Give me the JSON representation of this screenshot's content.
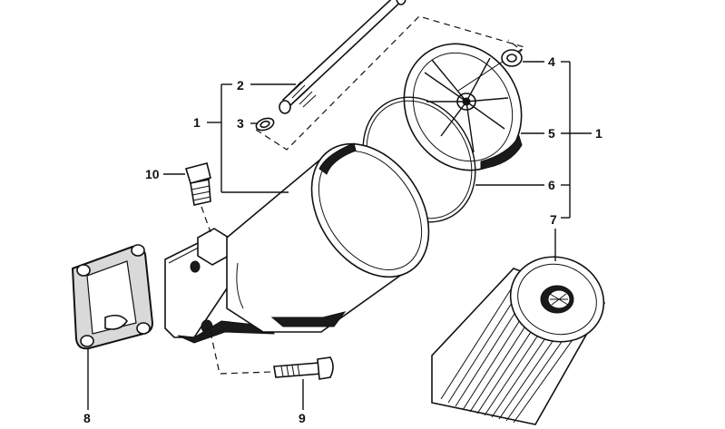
{
  "callouts": {
    "c1_left": "1",
    "c2": "2",
    "c3": "3",
    "c4": "4",
    "c5": "5",
    "c1_right": "1",
    "c6": "6",
    "c7": "7",
    "c8": "8",
    "c9": "9",
    "c10": "10"
  }
}
